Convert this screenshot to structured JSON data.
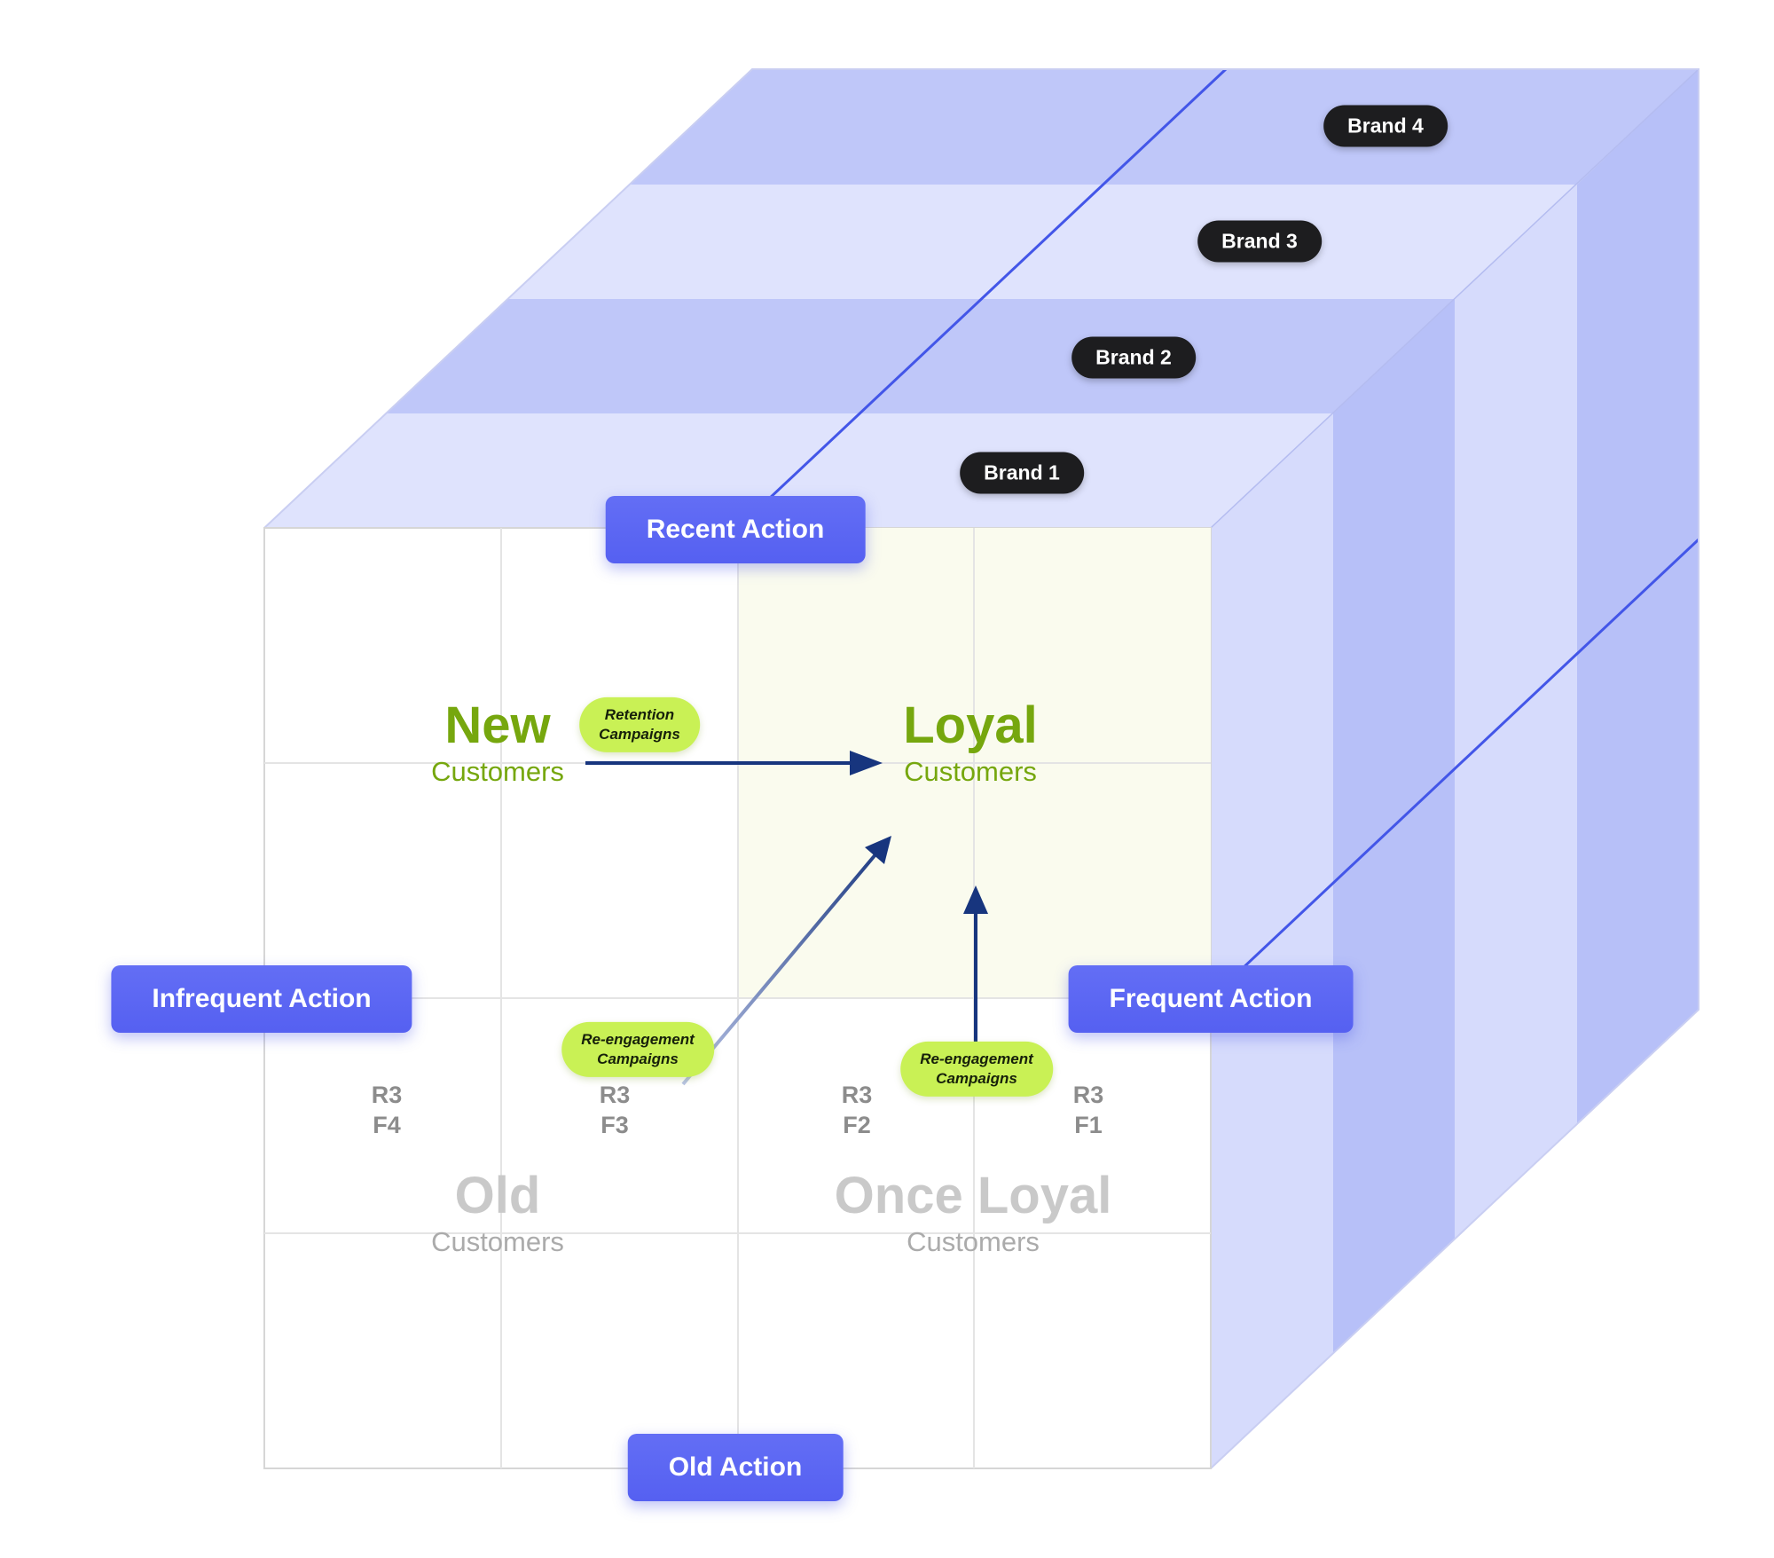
{
  "colors": {
    "axis-pill-bg": "#5560f1",
    "brand-pill-bg": "#1d1d1f",
    "campaign-pill-bg": "#c9f155",
    "quad-green": "#76a70e",
    "quad-gray": "#c9c9c9",
    "quad-gray-sub": "#ababab",
    "rf-gray": "#8c8c8c",
    "band-light": "#dfe3fd",
    "band-medium": "#bfc7f9",
    "side-light": "#d6dbfc",
    "side-medium": "#b7c0f8",
    "divider-blue": "#4356e8",
    "arrow-navy": "#17357e",
    "face-tint": "#fafbee",
    "grid-gray": "#e4e4e4"
  },
  "axes": {
    "top": "Recent Action",
    "bottom": "Old Action",
    "left": "Infrequent Action",
    "right": "Frequent Action"
  },
  "brands": [
    "Brand 1",
    "Brand 2",
    "Brand 3",
    "Brand 4"
  ],
  "quadrants": {
    "new": {
      "title": "New",
      "subtitle": "Customers"
    },
    "loyal": {
      "title": "Loyal",
      "subtitle": "Customers"
    },
    "old": {
      "title": "Old",
      "subtitle": "Customers"
    },
    "once_loyal": {
      "title": "Once Loyal",
      "subtitle": "Customers"
    }
  },
  "campaigns": [
    {
      "line1": "Retention",
      "line2": "Campaigns"
    },
    {
      "line1": "Re-engagement",
      "line2": "Campaigns"
    },
    {
      "line1": "Re-engagement",
      "line2": "Campaigns"
    }
  ],
  "rf_labels": [
    {
      "line1": "R3",
      "line2": "F4"
    },
    {
      "line1": "R3",
      "line2": "F3"
    },
    {
      "line1": "R3",
      "line2": "F2"
    },
    {
      "line1": "R3",
      "line2": "F1"
    }
  ]
}
